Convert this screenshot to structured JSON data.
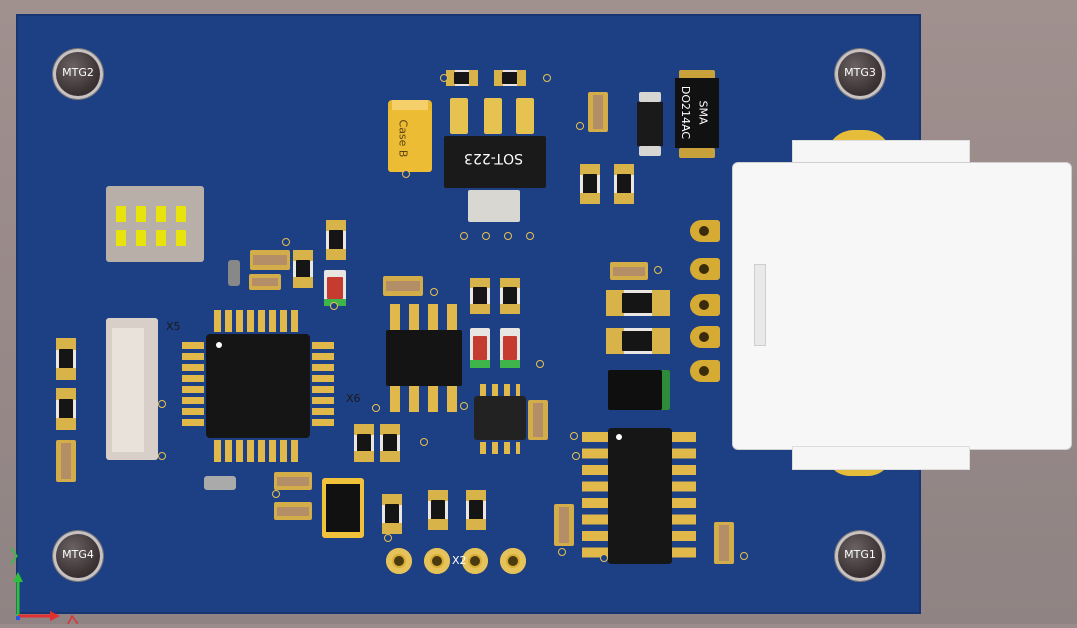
{
  "board": {
    "mounting_holes": [
      "MTG2",
      "MTG3",
      "MTG4",
      "MTG1"
    ],
    "designators": {
      "x5": "X5",
      "x6": "X6",
      "x2": "X2"
    },
    "packages": {
      "sot223": "SOT-223",
      "case_b": "Case B",
      "sma": "SMA",
      "do214ac": "DO214AC"
    }
  },
  "colors": {
    "board": "#1d3f84",
    "copper": "#e6c250",
    "background": "#9a8c8c",
    "connector": "#f2f2f2"
  },
  "axes": {
    "icon_x": "axis-arrow-icon",
    "icon_y": "axis-arrow-icon"
  }
}
